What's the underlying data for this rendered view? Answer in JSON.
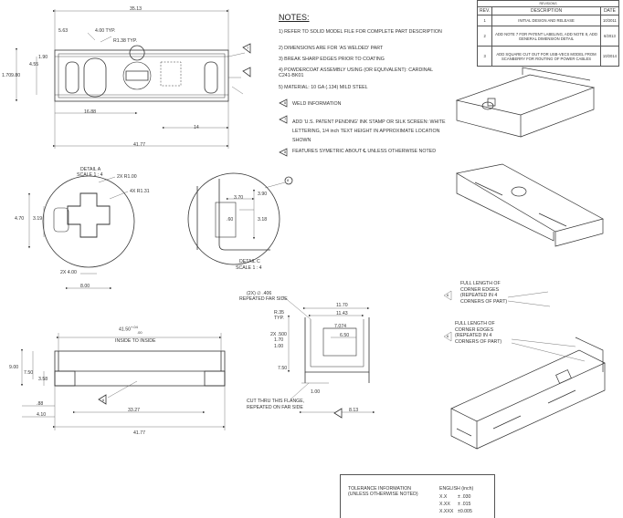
{
  "notes": {
    "title": "NOTES:",
    "items": [
      "1) REFER TO SOLID MODEL FILE FOR COMPLETE PART DESCRIPTION",
      "2) DIMENSIONS ARE FOR 'AS WELDED' PART",
      "3) BREAK SHARP EDGES PRIOR TO COATING",
      "4) POWDERCOAT ASSEMBLY USING (OR EQUIVALENT): CARDINAL C241-BK01",
      "5) MATERIAL: 10 GA (.134) MILD STEEL"
    ],
    "flags": [
      {
        "num": "6",
        "text": "WELD INFORMATION"
      },
      {
        "num": "7",
        "text": "ADD 'U.S. PATENT PENDING' INK STAMP OR SILK SCREEN: WHITE LETTERING, 1/4 inch TEXT HEIGHT IN APPROXIMATE LOCATION SHOWN"
      },
      {
        "num": "8",
        "text": "FEATURES SYMETRIC ABOUT ℄ UNLESS OTHERWISE NOTED"
      }
    ]
  },
  "revision_table": {
    "title": "REVISIONS",
    "headers": [
      "REV.",
      "DESCRIPTION",
      "DATE"
    ],
    "rows": [
      {
        "rev": "1",
        "desc": "INITIAL DESIGN AND RELEASE",
        "date": "10/2011"
      },
      {
        "rev": "2",
        "desc": "ADD NOTE 7 FOR PATENT LABELING, ADD NOTE 8, ADD GENERAL DIMENSION DETAIL",
        "date": "6/2013"
      },
      {
        "rev": "3",
        "desc": "ADD SQUARE CUT OUT FOR USB-VECS MODEL FROM SCANBERRY FOR ROUTING OF POWER CABLES",
        "date": "10/2014"
      }
    ]
  },
  "top_view": {
    "dims": [
      "35.13",
      "5.63",
      "4.00 TYP.",
      "R1.38 TYP.",
      "1.90",
      "4.55",
      "1.70",
      "9.80",
      "16.88",
      "14",
      "41.77"
    ],
    "flag": "7"
  },
  "detail_a": {
    "title": "DETAIL A",
    "scale": "SCALE 1 : 4",
    "dims": [
      "2X R1.00",
      "4X R1.31",
      "4.70",
      "3.19",
      "2X 4.00",
      "8.00"
    ]
  },
  "detail_c": {
    "title": "DETAIL C",
    "scale": "SCALE 1 : 4",
    "dims": [
      "3.70",
      "3.90",
      ".60",
      "3.18"
    ],
    "flag": "8"
  },
  "front_view": {
    "dims": [
      "41.50",
      "+.04",
      ".00",
      "INSIDE TO INSIDE",
      "9.00",
      "7.50",
      "3.58",
      ".88",
      "4.10",
      "33.27",
      "41.77"
    ],
    "flag": "6"
  },
  "side_view": {
    "dims": [
      "(2X) ∅ .406",
      "REPEATED FAR SIDE",
      "11.70",
      "11.43",
      "R.35",
      "TYP.",
      "7.074",
      "6.50",
      "2X .500",
      "1.70",
      "1.00",
      "7.50",
      "1.00",
      "8.13"
    ],
    "cut_note": "CUT THRU THIS FLANGE, REPEATED ON FAR SIDE"
  },
  "weld_notes": [
    {
      "num": "6",
      "text": "FULL LENGTH OF CORNER EDGES (REPEATED IN 4 CORNERS OF PART)"
    },
    {
      "num": "6",
      "text": "FULL LENGTH OF CORNER EDGES (REPEATED IN 4 CORNERS OF PART)"
    }
  ],
  "tolerance": {
    "title": "TOLERANCE INFORMATION",
    "subtitle": "(UNLESS OTHERWISE NOTED)",
    "units": "ENGLISH (inch)",
    "rows": [
      {
        "label": "X.X",
        "value": "± .030"
      },
      {
        "label": "X.XX",
        "value": "± .015"
      },
      {
        "label": "X.XXX",
        "value": "±0.005"
      }
    ]
  },
  "colors": {
    "line": "#333333",
    "dim": "#555555",
    "bg": "#ffffff"
  }
}
